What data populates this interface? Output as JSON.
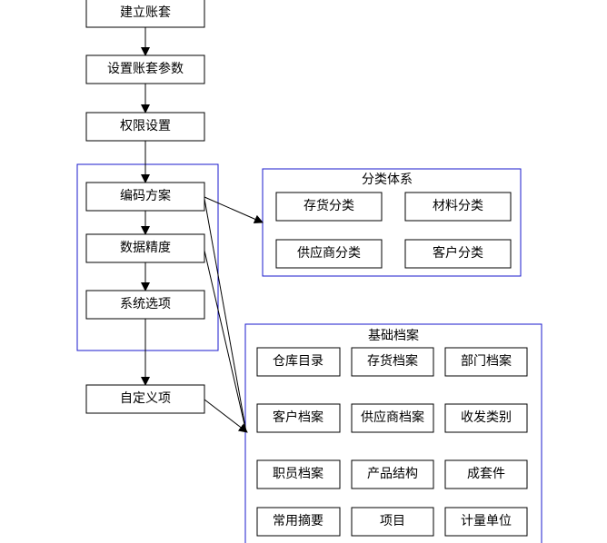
{
  "colors": {
    "box_border": "#000000",
    "group_border": "#1a1acc",
    "text": "#000000",
    "background": "#ffffff"
  },
  "flow": {
    "create_account": "建立账套",
    "account_params": "设置账套参数",
    "permissions": "权限设置",
    "coding_scheme": "编码方案",
    "data_precision": "数据精度",
    "system_options": "系统选项",
    "custom_items": "自定义项"
  },
  "classification": {
    "title": "分类体系",
    "inventory": "存货分类",
    "material": "材料分类",
    "supplier": "供应商分类",
    "customer": "客户分类"
  },
  "basic_files": {
    "title": "基础档案",
    "warehouse_dir": "仓库目录",
    "inventory_file": "存货档案",
    "department_file": "部门档案",
    "customer_file": "客户档案",
    "supplier_file": "供应商档案",
    "transaction_type": "收发类别",
    "employee_file": "职员档案",
    "product_structure": "产品结构",
    "kit_part": "成套件",
    "common_summary": "常用摘要",
    "project": "项目",
    "unit_of_measure": "计量单位"
  }
}
